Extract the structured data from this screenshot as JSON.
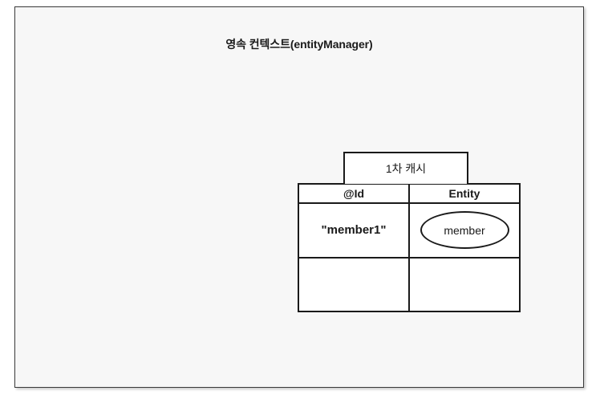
{
  "diagram": {
    "title": "영속 컨텍스트(entityManager)",
    "cache_box": {
      "caption": "1차 캐시"
    },
    "table": {
      "headers": [
        "@Id",
        "Entity"
      ],
      "rows": [
        {
          "id": "\"member1\"",
          "entity": "member"
        },
        {
          "id": "",
          "entity": ""
        }
      ]
    },
    "colors": {
      "canvas_background": "#f7f7f7",
      "page_background": "#ffffff",
      "stroke": "#1a1a1a",
      "frame_border": "#3a3a3a",
      "cell_background": "#ffffff",
      "text": "#1a1a1a"
    }
  }
}
